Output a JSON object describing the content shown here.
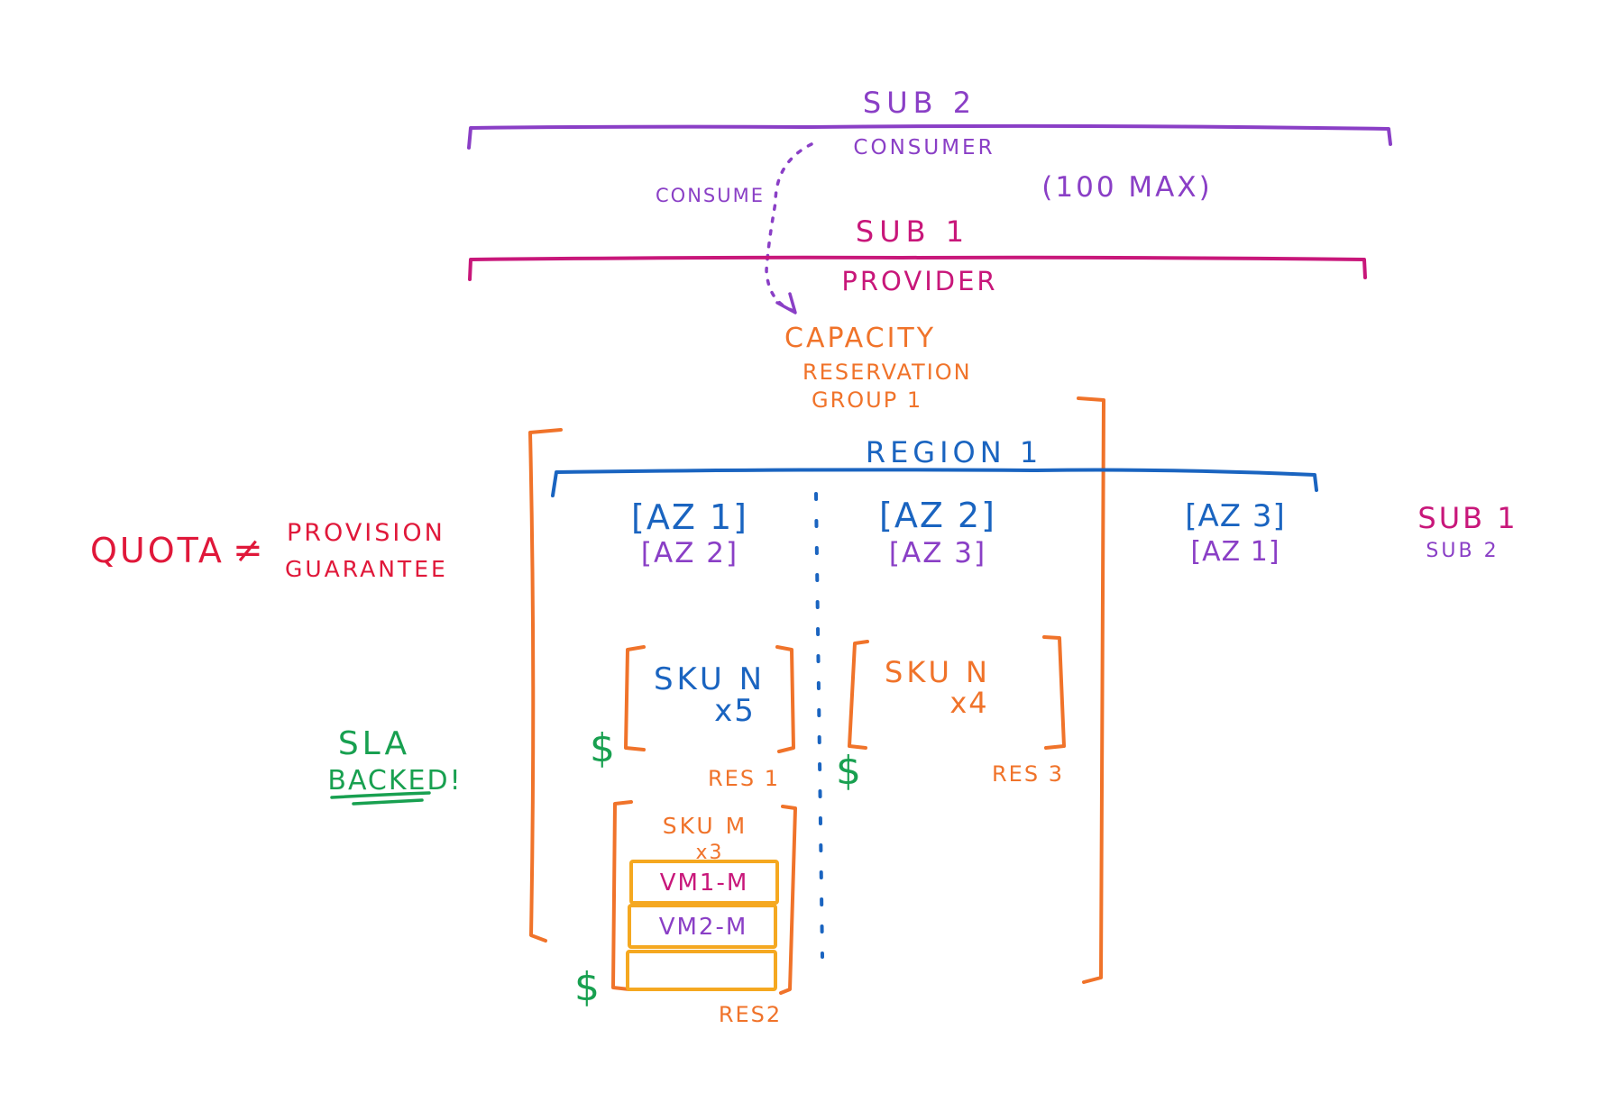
{
  "colors": {
    "purple": "#8a3fc6",
    "magenta": "#c8177a",
    "orange": "#f0732a",
    "blue": "#1a64c0",
    "red": "#e0183a",
    "green": "#18a050",
    "yellow": "#f5a820"
  },
  "subscriptions": {
    "sub2": {
      "title": "SUB 2",
      "role": "CONSUMER",
      "limit": "(100 MAX)"
    },
    "consume_label": "CONSUME",
    "sub1": {
      "title": "SUB 1",
      "role": "PROVIDER"
    }
  },
  "crg": {
    "line1": "CAPACITY",
    "line2": "RESERVATION",
    "line3": "GROUP 1"
  },
  "region": {
    "title": "REGION 1",
    "zones": [
      {
        "sub1": "[AZ 1]",
        "sub2": "[AZ 2]"
      },
      {
        "sub1": "[AZ 2]",
        "sub2": "[AZ 3]"
      },
      {
        "sub1": "[AZ 3]",
        "sub2": "[AZ 1]"
      }
    ]
  },
  "legend": {
    "sub1": "SUB 1",
    "sub2": "SUB 2"
  },
  "quota_note": {
    "quota": "QUOTA",
    "neq": "≠",
    "line1": "PROVISION",
    "line2": "GUARANTEE"
  },
  "sla_note": {
    "line1": "SLA",
    "line2": "BACKED!"
  },
  "reservations": {
    "res1": {
      "sku": "SKU N",
      "count": "x5",
      "label": "RES 1",
      "dollar": "$"
    },
    "res3": {
      "sku": "SKU N",
      "count": "x4",
      "label": "RES 3",
      "dollar": "$"
    },
    "res2": {
      "sku": "SKU M",
      "count": "x3",
      "label": "RES2",
      "dollar": "$",
      "vms": [
        "VM1-M",
        "VM2-M",
        ""
      ]
    }
  }
}
